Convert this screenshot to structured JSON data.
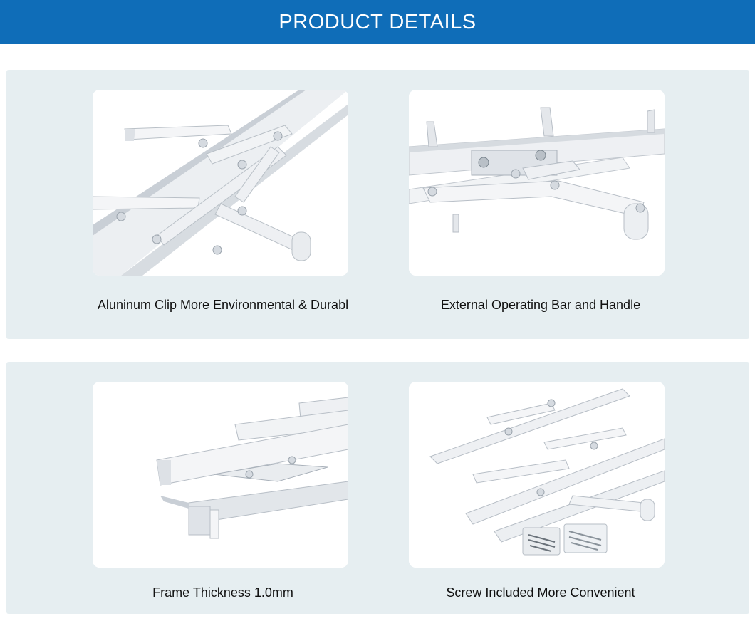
{
  "header": {
    "title": "PRODUCT DETAILS"
  },
  "colors": {
    "banner": "#0f6db8",
    "panel": "#e6eef1",
    "card": "#ffffff"
  },
  "details": [
    {
      "caption": "Aluninum Clip More Environmental & Durabl",
      "image": "hinge-arm-closeup"
    },
    {
      "caption": "External Operating Bar and Handle",
      "image": "operating-bar-handle"
    },
    {
      "caption": "Frame Thickness 1.0mm",
      "image": "frame-profile"
    },
    {
      "caption": "Screw Included More Convenient",
      "image": "hinge-set-with-screws"
    }
  ]
}
